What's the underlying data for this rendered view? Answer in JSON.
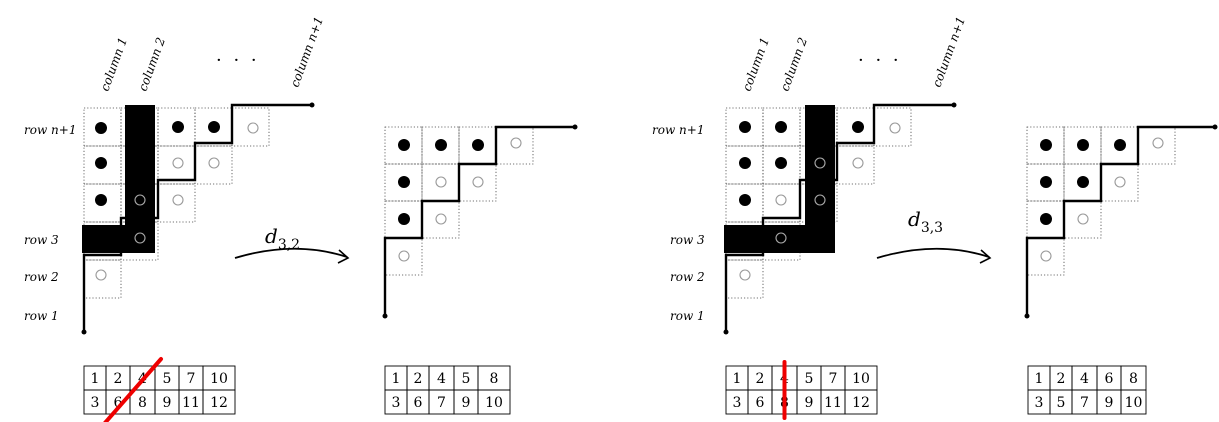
{
  "labels": {
    "column_1": "column 1",
    "column_2": "column 2",
    "ellipsis": "· · ·",
    "column_last": "column n+1",
    "row_top": "row n+1",
    "row_3": "row 3",
    "row_2": "row 2",
    "row_1": "row 1"
  },
  "operators": {
    "left": {
      "main": "d",
      "sub": "3,2"
    },
    "right": {
      "main": "d",
      "sub": "3,3"
    }
  },
  "tables": {
    "left_before": {
      "rows": [
        [
          "1",
          "2",
          "4",
          "5",
          "7",
          "10"
        ],
        [
          "3",
          "6",
          "8",
          "9",
          "11",
          "12"
        ]
      ],
      "crossed": "diagonal"
    },
    "left_after": {
      "rows": [
        [
          "1",
          "2",
          "4",
          "5",
          "8"
        ],
        [
          "3",
          "6",
          "7",
          "9",
          "10"
        ]
      ]
    },
    "right_before": {
      "rows": [
        [
          "1",
          "2",
          "4",
          "5",
          "7",
          "10"
        ],
        [
          "3",
          "6",
          "8",
          "9",
          "11",
          "12"
        ]
      ],
      "crossed": "vertical"
    },
    "right_after": {
      "rows": [
        [
          "1",
          "2",
          "4",
          "6",
          "8"
        ],
        [
          "3",
          "5",
          "7",
          "9",
          "10"
        ]
      ]
    }
  },
  "colors": {
    "ink": "#000000",
    "hollow": "#999999",
    "cross": "#ee0000"
  }
}
